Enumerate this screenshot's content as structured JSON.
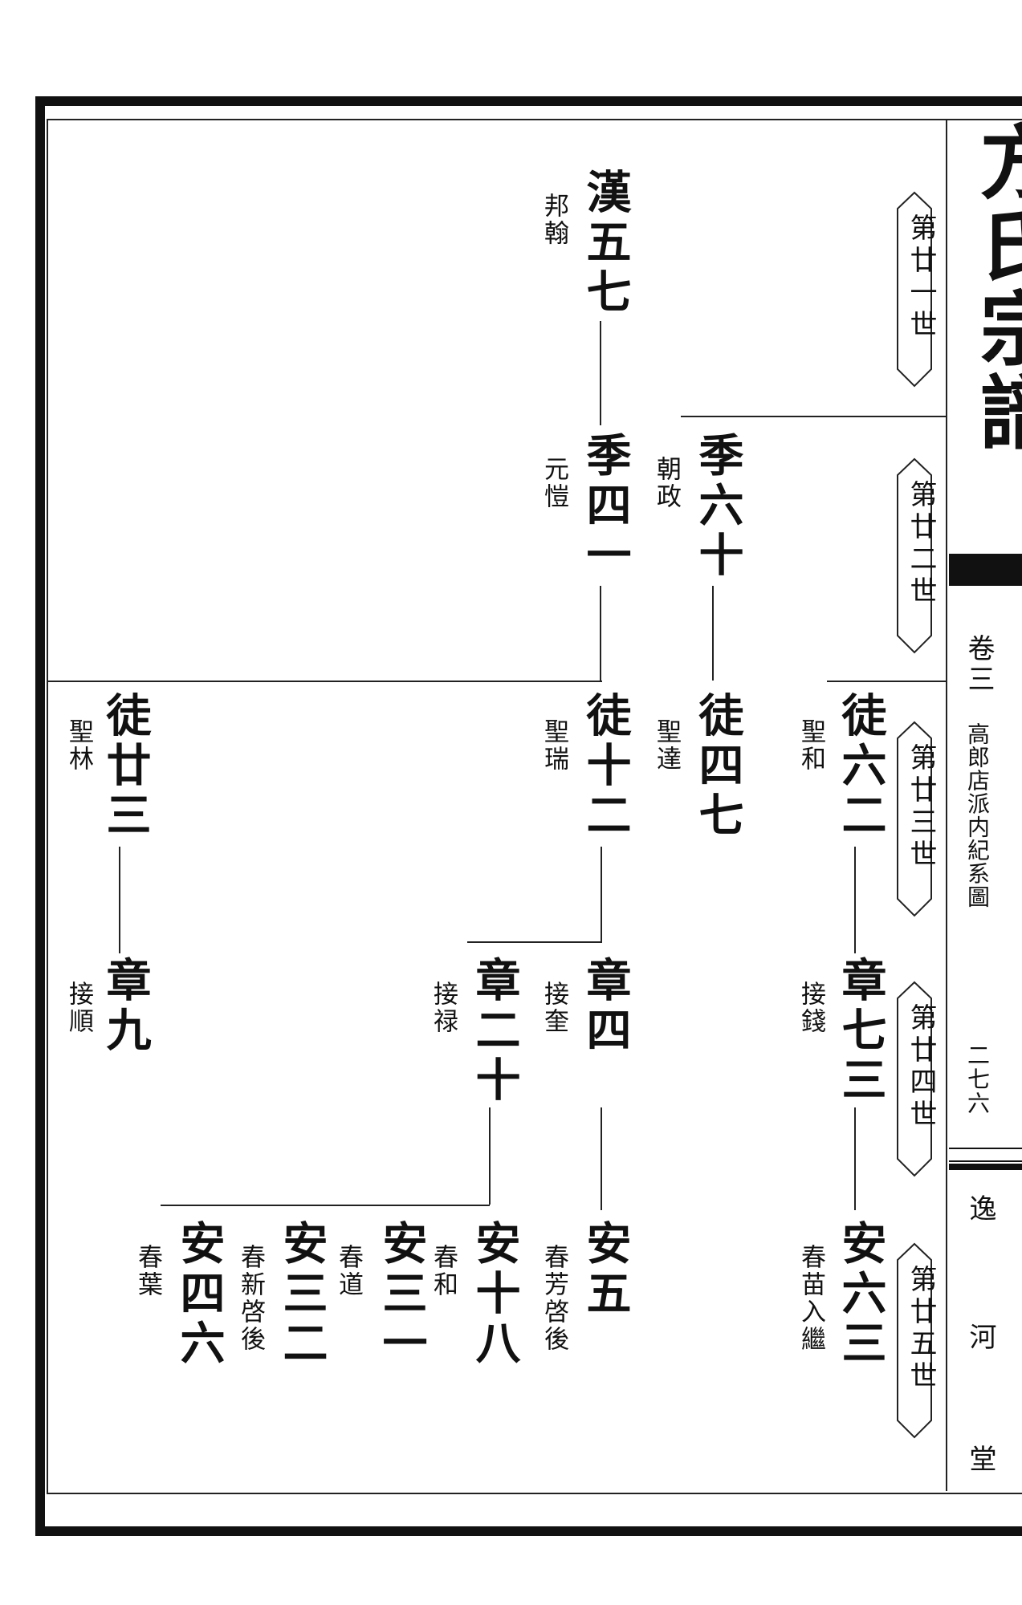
{
  "header": {
    "title": "方氏宗譜",
    "volume": "卷三",
    "section": "高郎店派内紀系圖",
    "page_number": "二七六",
    "hall_name": [
      "逸",
      "河",
      "堂"
    ]
  },
  "generations": [
    "第廿一世",
    "第廿二世",
    "第廿三世",
    "第廿四世",
    "第廿五世"
  ],
  "persons": {
    "g21_han57": {
      "name": "漢五七",
      "alias": "邦翰"
    },
    "g22_ji41": {
      "name": "季四一",
      "alias": "元愷"
    },
    "g22_ji60": {
      "name": "季六十",
      "alias": "朝政"
    },
    "g23_tu23": {
      "name": "徒廿三",
      "alias": "聖林"
    },
    "g23_tu12": {
      "name": "徒十二",
      "alias": "聖瑞"
    },
    "g23_tu47": {
      "name": "徒四七",
      "alias": "聖達"
    },
    "g23_tu62": {
      "name": "徒六二",
      "alias": "聖和"
    },
    "g24_zhang9": {
      "name": "章九",
      "alias": "接順"
    },
    "g24_zhang20": {
      "name": "章二十",
      "alias": "接禄"
    },
    "g24_zhang4": {
      "name": "章四",
      "alias": "接奎"
    },
    "g24_zhang73": {
      "name": "章七三",
      "alias": "接錢"
    },
    "g25_an46": {
      "name": "安四六",
      "alias": "春葉"
    },
    "g25_an32": {
      "name": "安三二",
      "alias": "春新啓後"
    },
    "g25_an31": {
      "name": "安三一",
      "alias": "春道"
    },
    "g25_an18": {
      "name": "安十八",
      "alias": "春和"
    },
    "g25_an5": {
      "name": "安五",
      "alias": "春芳啓後"
    },
    "g25_an63": {
      "name": "安六三",
      "alias": "春苗入繼"
    }
  }
}
